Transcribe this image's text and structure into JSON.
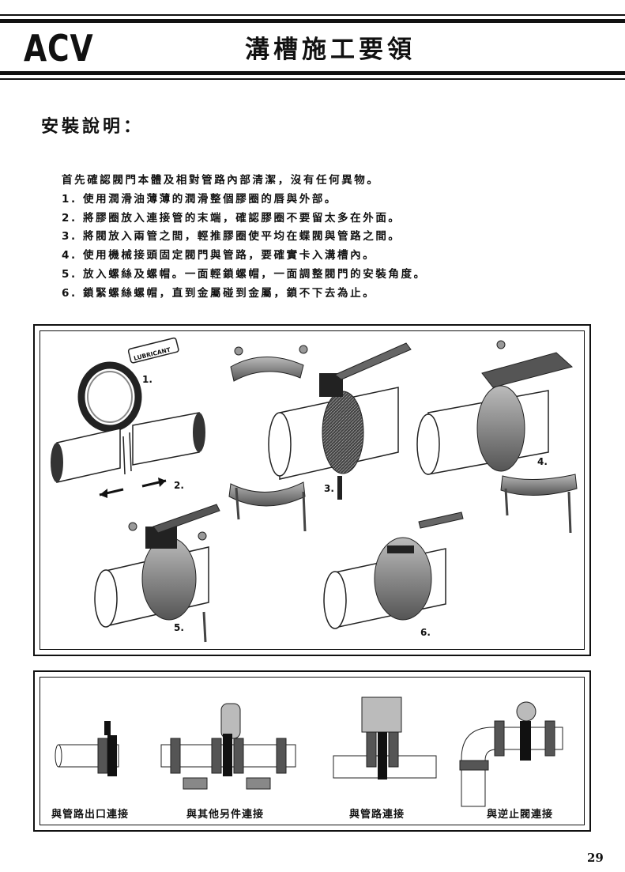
{
  "header": {
    "brand": "ACV",
    "title": "溝槽施工要領"
  },
  "section_title": "安裝說明：",
  "instructions": [
    "首先確認閥門本體及相對管路內部清潔，沒有任何異物。",
    "1.  使用潤滑油薄薄的潤滑整個膠圈的唇與外部。",
    "2.  將膠圈放入連接管的末端，確認膠圈不要留太多在外面。",
    "3.  將閥放入兩管之間，輕推膠圈使平均在蝶閥與管路之間。",
    "4.  使用機械接頭固定閥門與管路，要確實卡入溝槽內。",
    "5.  放入螺絲及螺帽。一面輕鎖螺帽，一面調整閥門的安裝角度。",
    "6.  鎖緊螺絲螺帽，直到金屬碰到金屬，鎖不下去為止。"
  ],
  "figure_labels": {
    "lubricant": "LUBRICANT",
    "step1": "1.",
    "step2": "2.",
    "step3": "3.",
    "step4": "4.",
    "step5": "5.",
    "step6": "6."
  },
  "connections": {
    "outlet": "與管路出口連接",
    "other_parts": "與其他另件連接",
    "pipeline": "與管路連接",
    "check_valve": "與逆止閥連接"
  },
  "page_number": "29"
}
